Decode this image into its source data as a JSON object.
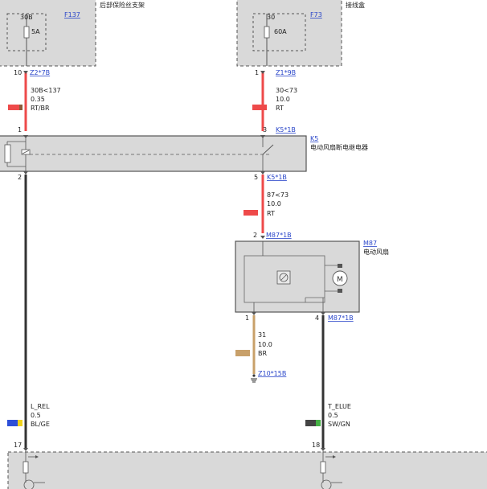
{
  "colors": {
    "red": "#ee4a4a",
    "black": "#333333",
    "brown": "#c8a06a",
    "blue": "#2d4fd8",
    "yellow": "#f0d21c",
    "green": "#44b044",
    "dark_gray": "#444444",
    "box_gray": "#d9d9d9",
    "link_blue": "#2a46c9"
  },
  "fuse_left": {
    "rating_top": "30B",
    "link": "F137",
    "amp": "5A",
    "location": "后部保险丝支架"
  },
  "fuse_right": {
    "rating_top": "30",
    "link": "F73",
    "amp": "60A",
    "location": "接线盒"
  },
  "wire_left_top": {
    "pin": "10",
    "connector": "Z2*7B",
    "line1": "30B<137",
    "line2": "0.35",
    "line3": "RT/BR",
    "bottom_pin": "1"
  },
  "wire_right_top": {
    "pin": "1",
    "connector": "Z1*9B",
    "line1": "30<73",
    "line2": "10.0",
    "line3": "RT",
    "bottom_pin": "3",
    "bottom_connector": "K5*1B"
  },
  "relay": {
    "link": "K5",
    "name": "电动风扇断电继电器",
    "left_bottom_pin": "2",
    "right_bottom_pin": "5",
    "right_bottom_connector": "K5*1B"
  },
  "wire_mid": {
    "line1": "87<73",
    "line2": "10.0",
    "line3": "RT",
    "bottom_pin": "2",
    "bottom_connector": "M87*1B"
  },
  "fan": {
    "link": "M87",
    "name": "电动风扇",
    "ground_pin": "1",
    "signal_pin": "4",
    "signal_connector": "M87*1B"
  },
  "ground_wire": {
    "line1": "31",
    "line2": "10.0",
    "line3": "BR",
    "ground_link": "Z10*15B"
  },
  "wire_l_rel": {
    "line1": "L_REL",
    "line2": "0.5",
    "line3": "BL/GE",
    "pin": "17"
  },
  "wire_t_elue": {
    "line1": "T_ELUE",
    "line2": "0.5",
    "line3": "SW/GN",
    "pin": "18"
  }
}
